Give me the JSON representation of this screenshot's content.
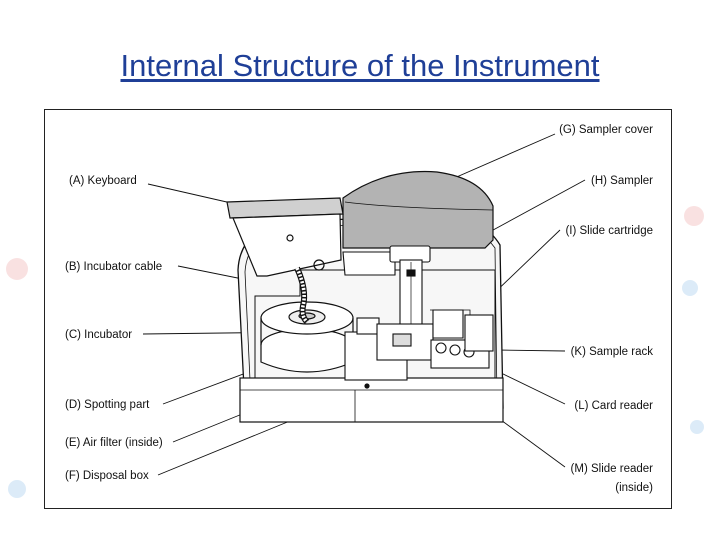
{
  "title": "Internal Structure of the Instrument",
  "labels": {
    "a": "(A) Keyboard",
    "b": "(B) Incubator cable",
    "c": "(C) Incubator",
    "d": "(D) Spotting part",
    "e": "(E) Air filter (inside)",
    "f": "(F) Disposal box",
    "g": "(G) Sampler cover",
    "h": "(H) Sampler",
    "i": "(I) Slide cartridge",
    "k": "(K) Sample rack",
    "l": "(L) Card reader",
    "m": "(M) Slide reader",
    "m_note": "(inside)"
  },
  "colors": {
    "title": "#1f3f97",
    "cover": "#b3b3b3",
    "line": "#111111"
  }
}
